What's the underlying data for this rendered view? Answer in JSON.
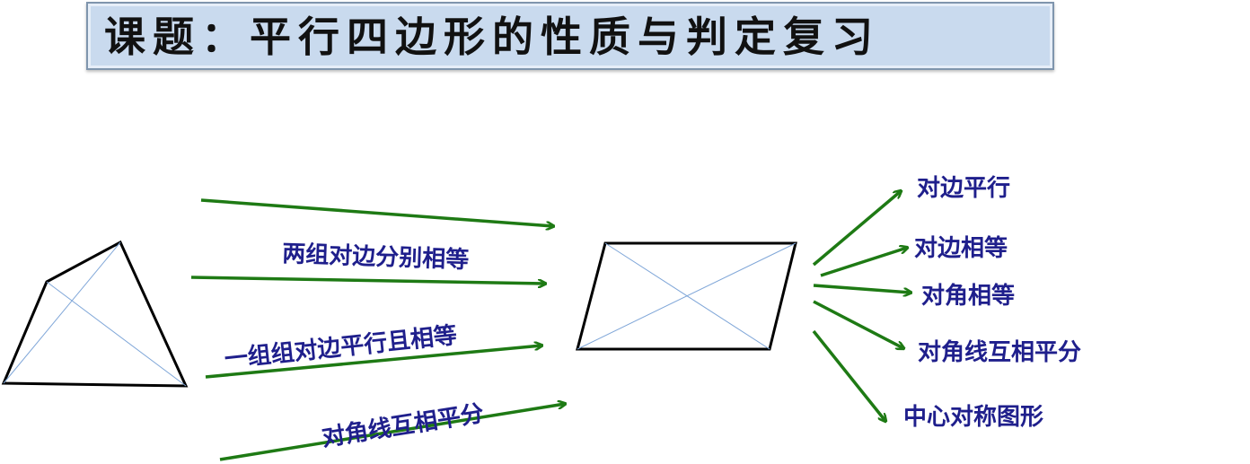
{
  "title": "课题：平行四边形的性质与判定复习",
  "conditions": [
    "两组对边分别相等",
    "一组组对边平行且相等",
    "对角线互相平分"
  ],
  "properties": [
    "对边平行",
    "对边相等",
    "对角相等",
    "对角线互相平分",
    "中心对称图形"
  ],
  "colors": {
    "arrow": "#1e7a14",
    "label": "#1f1f8c",
    "diagonal": "#7fa6d8",
    "title_bg": "#c9daee"
  }
}
